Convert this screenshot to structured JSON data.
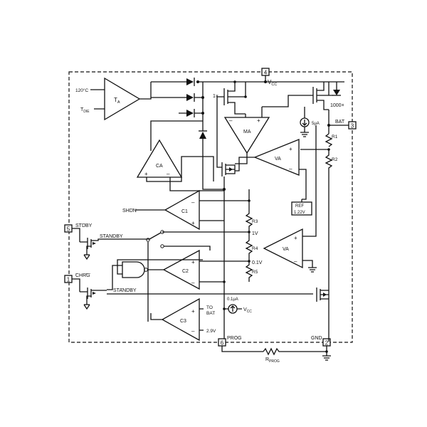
{
  "pins": {
    "p4": "4",
    "p3": "3",
    "p5": "5",
    "p1": "1",
    "p6": "6",
    "p2": "2"
  },
  "labels": {
    "vcc": "V",
    "vcc_sub": "CC",
    "bat": "BAT",
    "prog": "PROG",
    "gnd": "GND",
    "temp_120": "120°C",
    "tdie_main": "T",
    "tdie_sub": "DIE",
    "ta_main": "T",
    "ta_sub": "A",
    "ma": "MA",
    "ca": "CA",
    "va1": "VA",
    "va2": "VA",
    "c1": "C1",
    "c2": "C2",
    "c3": "C3",
    "one_x": "1×",
    "thousand_x": "1000×",
    "five_ua": "5μA",
    "r1": "R1",
    "r2": "R2",
    "r3": "R3",
    "r4": "R4",
    "r5": "R5",
    "ref_top": "REF",
    "ref_bottom": "1.22V",
    "shdn": "SHDN",
    "stdby": "STDBY",
    "standby": "STANDBY",
    "standby_bar": "STANDBY",
    "chrg": "CHRG",
    "v1": "1V",
    "v01": "0.1V",
    "to_bat_1": "TO",
    "to_bat_2": "BAT",
    "v29": "2.9V",
    "point1ua": "0.1μA",
    "vcc2": "V",
    "vcc2_sub": "CC",
    "rprog_main": "R",
    "rprog_sub": "PROG",
    "plus": "+",
    "minus": "–"
  }
}
